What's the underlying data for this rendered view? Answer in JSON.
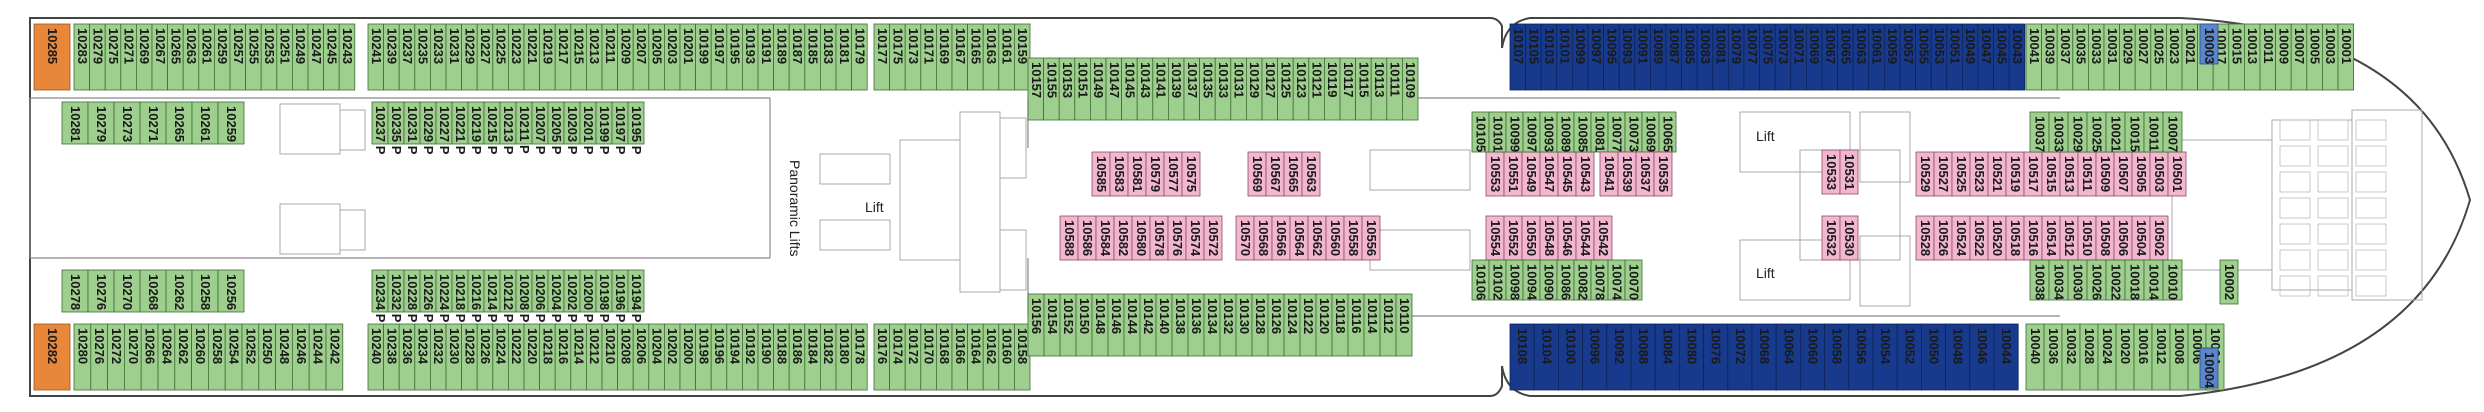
{
  "deck": {
    "lift_labels": [
      "Lift",
      "Lift",
      "Lift"
    ],
    "panoramic_label": "Panoramic Lifts"
  },
  "colors": {
    "hull": "#444444",
    "green": "#9fcf8e",
    "green_border": "#3c6e33",
    "pink": "#f2b7cf",
    "pink_border": "#8a4a66",
    "blue": "#173a8c",
    "light_blue": "#5d85c9",
    "orange": "#e8873a",
    "grey": "#d9d9d9"
  },
  "cabins": {
    "top_outer_aft": [
      "10283",
      "10279",
      "10275",
      "10271",
      "10269",
      "10267",
      "10265",
      "10263",
      "10261",
      "10259",
      "10257",
      "10255",
      "10253",
      "10251",
      "10249",
      "10247",
      "10245",
      "10243"
    ],
    "top_outer_mid1": [
      "10241",
      "10239",
      "10237",
      "10235",
      "10233",
      "10231",
      "10229",
      "10227",
      "10225",
      "10223",
      "10221",
      "10219",
      "10217",
      "10215",
      "10213",
      "10211",
      "10209",
      "10207",
      "10205",
      "10203",
      "10201",
      "10199",
      "10197",
      "10195",
      "10193",
      "10191",
      "10189",
      "10187",
      "10185",
      "10183",
      "10181",
      "10179"
    ],
    "top_outer_mid2": [
      "10177",
      "10175",
      "10173",
      "10171",
      "10169",
      "10167",
      "10165",
      "10163",
      "10161",
      "10159"
    ],
    "top_outer_waist": [
      "10157",
      "10155",
      "10153",
      "10151",
      "10149",
      "10147",
      "10145",
      "10143",
      "10141",
      "10139",
      "10137",
      "10135",
      "10133",
      "10131",
      "10129",
      "10127",
      "10125",
      "10123",
      "10121",
      "10119",
      "10117",
      "10115",
      "10113",
      "10111",
      "10109"
    ],
    "top_outer_fwd_blue": [
      "10107",
      "10105",
      "10103",
      "10101",
      "10099",
      "10097",
      "10095",
      "10093",
      "10091",
      "10089",
      "10087",
      "10085",
      "10083",
      "10081",
      "10079",
      "10077",
      "10075",
      "10073",
      "10071",
      "10069",
      "10067",
      "10065",
      "10063",
      "10061",
      "10059",
      "10057",
      "10055",
      "10053",
      "10051",
      "10049",
      "10047",
      "10045",
      "10043"
    ],
    "top_outer_fwd_green": [
      "10041",
      "10039",
      "10037",
      "10035",
      "10033",
      "10031",
      "10029",
      "10027",
      "10025",
      "10023",
      "10021",
      "10019",
      "10017",
      "10015",
      "10013",
      "10011",
      "10009",
      "10007",
      "10005",
      "10003",
      "10001"
    ],
    "top_inner_aft": [
      "10281",
      "10279",
      "10273",
      "10271",
      "10265",
      "10261",
      "10259"
    ],
    "top_inner_mid": [
      "10237 P",
      "10235 P",
      "10231 P",
      "10229 P",
      "10227 P",
      "10221 P",
      "10219 P",
      "10215 P",
      "10213 P",
      "10211 P",
      "10207 P",
      "10205 P",
      "10203 P",
      "10201 P",
      "10199 P",
      "10197 P",
      "10195 P"
    ],
    "inside_top_pink_aft": [
      "10585",
      "10583",
      "10581",
      "10579",
      "10577",
      "10575"
    ],
    "inside_top_pink_mid": [
      "10569",
      "10567",
      "10565",
      "10563"
    ],
    "inside_top_pink_fwd1": [
      "10553",
      "10551",
      "10549",
      "10547",
      "10545",
      "10543"
    ],
    "inside_top_green_fwd1": [
      "10105",
      "10101",
      "10099",
      "10097",
      "10093",
      "10089",
      "10085",
      "10081",
      "10077",
      "10073",
      "10069",
      "10065"
    ],
    "inside_top_pink_fwd2": [
      "10541",
      "10539",
      "10537",
      "10535"
    ],
    "inside_top_pink_fwd3": [
      "10533",
      "10531"
    ],
    "inside_top_pink_fwd4": [
      "10529",
      "10527",
      "10525",
      "10523",
      "10521",
      "10519",
      "10517",
      "10515",
      "10513",
      "10511",
      "10509",
      "10507",
      "10505",
      "10503",
      "10501"
    ],
    "inside_top_green_fwd2": [
      "10037",
      "10033",
      "10029",
      "10025",
      "10021",
      "10015",
      "10011",
      "10007"
    ],
    "inside_bot_pink_aft": [
      "10588",
      "10586",
      "10584",
      "10582",
      "10580",
      "10578",
      "10576",
      "10574",
      "10572"
    ],
    "inside_bot_pink_mid": [
      "10570",
      "10568",
      "10566",
      "10564",
      "10562",
      "10560",
      "10558",
      "10556"
    ],
    "inside_bot_pink_fwd1": [
      "10554",
      "10552",
      "10550",
      "10548",
      "10546",
      "10544",
      "10542"
    ],
    "inside_bot_green_fwd1": [
      "10106",
      "10102",
      "10098",
      "10094",
      "10090",
      "10086",
      "10082",
      "10078",
      "10074",
      "10070"
    ],
    "inside_bot_pink_fwd2": [
      "10532",
      "10530"
    ],
    "inside_bot_pink_fwd3": [
      "10528",
      "10526",
      "10524",
      "10522",
      "10520",
      "10518",
      "10516",
      "10514",
      "10512",
      "10510",
      "10508",
      "10506",
      "10504",
      "10502"
    ],
    "inside_bot_green_fwd2": [
      "10038",
      "10034",
      "10030",
      "10026",
      "10022",
      "10018",
      "10014",
      "10010"
    ],
    "single_green": [
      "10002"
    ],
    "bot_inner_aft": [
      "10278",
      "10276",
      "10270",
      "10268",
      "10262",
      "10258",
      "10256"
    ],
    "bot_inner_mid": [
      "10234 P",
      "10232 P",
      "10228 P",
      "10226 P",
      "10224 P",
      "10218 P",
      "10216 P",
      "10214 P",
      "10212 P",
      "10208 P",
      "10206 P",
      "10204 P",
      "10202 P",
      "10200 P",
      "10198 P",
      "10196 P",
      "10194 P"
    ],
    "bot_outer_aft": [
      "10280",
      "10276",
      "10272",
      "10270",
      "10266",
      "10264",
      "10262",
      "10260",
      "10258",
      "10254",
      "10252",
      "10250",
      "10248",
      "10246",
      "10244",
      "10242"
    ],
    "bot_outer_mid1": [
      "10240",
      "10238",
      "10236",
      "10234",
      "10232",
      "10230",
      "10228",
      "10226",
      "10224",
      "10222",
      "10220",
      "10218",
      "10216",
      "10214",
      "10212",
      "10210",
      "10208",
      "10206",
      "10204",
      "10202",
      "10200",
      "10198",
      "10196",
      "10194",
      "10192",
      "10190",
      "10188",
      "10186",
      "10184",
      "10182",
      "10180",
      "10178"
    ],
    "bot_outer_mid2": [
      "10176",
      "10174",
      "10172",
      "10170",
      "10168",
      "10166",
      "10164",
      "10162",
      "10160",
      "10158"
    ],
    "bot_outer_waist": [
      "10156",
      "10154",
      "10152",
      "10150",
      "10148",
      "10146",
      "10144",
      "10142",
      "10140",
      "10138",
      "10136",
      "10134",
      "10132",
      "10130",
      "10128",
      "10126",
      "10124",
      "10122",
      "10120",
      "10118",
      "10116",
      "10114",
      "10112",
      "10110"
    ],
    "bot_outer_fwd_blue": [
      "10108",
      "10104",
      "10100",
      "10096",
      "10092",
      "10088",
      "10084",
      "10080",
      "10076",
      "10072",
      "10068",
      "10064",
      "10060",
      "10058",
      "10056",
      "10054",
      "10052",
      "10050",
      "10048",
      "10046",
      "10044"
    ],
    "bot_outer_fwd_green": [
      "10040",
      "10036",
      "10032",
      "10028",
      "10024",
      "10020",
      "10016",
      "10012",
      "10008",
      "10006",
      "10004"
    ],
    "orange_top": "10285",
    "orange_bottom": "10282",
    "blue_fwd_top": "10003",
    "blue_fwd_bottom": "10004"
  }
}
